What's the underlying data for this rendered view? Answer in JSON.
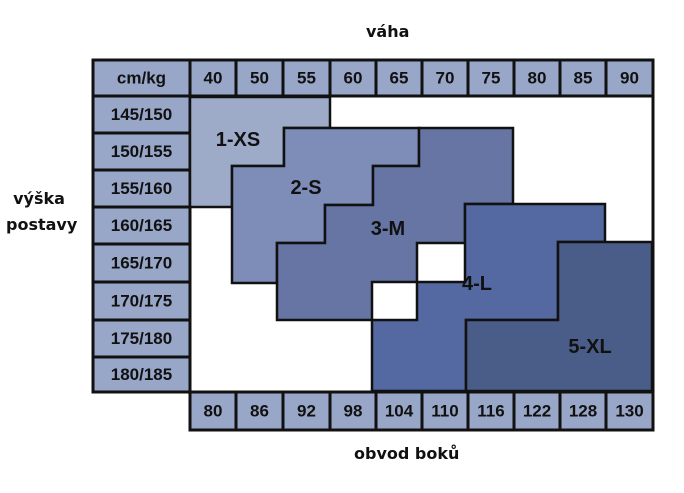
{
  "titles": {
    "top": "váha",
    "bottom": "obvod boků",
    "left_line1": "výška",
    "left_line2": "postavy"
  },
  "corner_label": "cm/kg",
  "weights": [
    "40",
    "50",
    "55",
    "60",
    "65",
    "70",
    "75",
    "80",
    "85",
    "90"
  ],
  "heights": [
    "145/150",
    "150/155",
    "155/160",
    "160/165",
    "165/170",
    "170/175",
    "175/180",
    "180/185"
  ],
  "hips": [
    "80",
    "86",
    "92",
    "98",
    "104",
    "110",
    "116",
    "122",
    "128",
    "130"
  ],
  "sizes": [
    {
      "label": "1-XS",
      "color": "#9dabc9"
    },
    {
      "label": "2-S",
      "color": "#7e8db8"
    },
    {
      "label": "3-M",
      "color": "#6675a3"
    },
    {
      "label": "4-L",
      "color": "#5469a1"
    },
    {
      "label": "5-XL",
      "color": "#4a5c88"
    }
  ],
  "colors": {
    "cell": "#98a6c8",
    "border": "#111111",
    "background": "#ffffff"
  }
}
